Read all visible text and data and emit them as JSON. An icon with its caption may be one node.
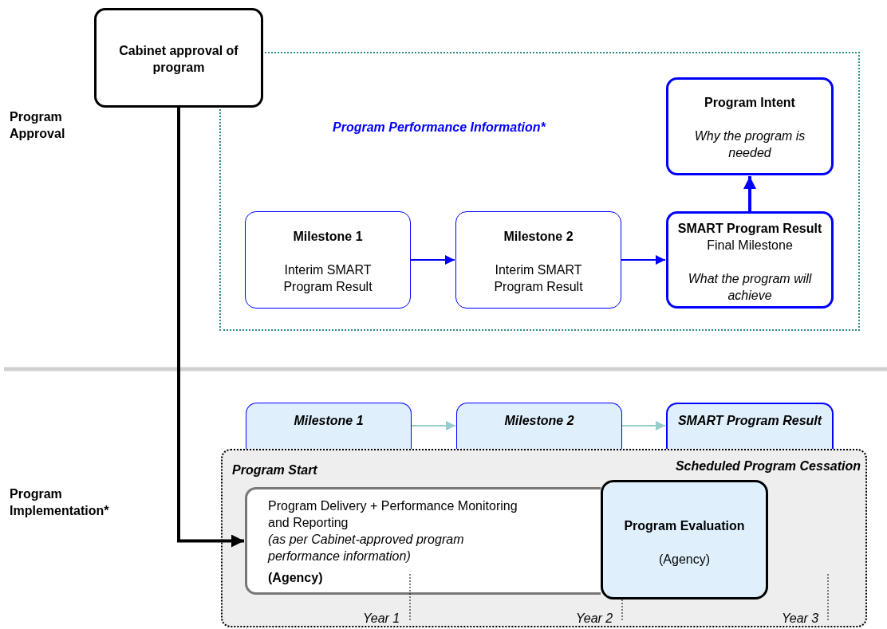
{
  "diagram": {
    "nodes": [
      {
        "text": [
          "Cabinet approval of program"
        ]
      },
      {
        "text": [
          "Program Performance Information*"
        ]
      },
      {
        "text": [
          "Program Intent",
          "Why the program is needed"
        ],
        "in": 1
      },
      {
        "text": [
          "Milestone 1",
          "Interim SMART Program Result"
        ],
        "in": 1
      },
      {
        "text": [
          "Milestone 2",
          "Interim SMART Program Result"
        ],
        "in": 1
      },
      {
        "text": [
          "SMART Program Result",
          "Final Milestone",
          "What the program will achieve"
        ],
        "in": 1
      },
      {
        "text": [
          "Program Start",
          "Scheduled Program Cessation"
        ]
      },
      {
        "text": [
          "Milestone 1"
        ]
      },
      {
        "text": [
          "Milestone 2"
        ]
      },
      {
        "text": [
          "SMART Program Result"
        ]
      },
      {
        "text": [
          "Program Delivery + Performance Monitoring and Reporting",
          "(as per Cabinet-approved program performance information)",
          "(Agency)"
        ],
        "in": 6
      },
      {
        "text": [
          "Program Evaluation",
          "(Agency)"
        ],
        "in": 6
      }
    ],
    "edges": [
      {
        "from": 0,
        "to": 10,
        "arrow": "to",
        "style": "thick",
        "color": "#000000"
      },
      {
        "from": 3,
        "to": 4,
        "arrow": "to"
      },
      {
        "from": 4,
        "to": 5,
        "arrow": "to"
      },
      {
        "from": 5,
        "to": 2,
        "arrow": "to",
        "style": "thick"
      },
      {
        "from": 7,
        "to": 8,
        "arrow": "to",
        "color": "#99cccc"
      },
      {
        "from": 8,
        "to": 9,
        "arrow": "to",
        "color": "#99cccc"
      }
    ],
    "labels": [
      "Program Approval",
      "Program Implementation*",
      "Year 1",
      "Year 2",
      "Year 3"
    ]
  }
}
